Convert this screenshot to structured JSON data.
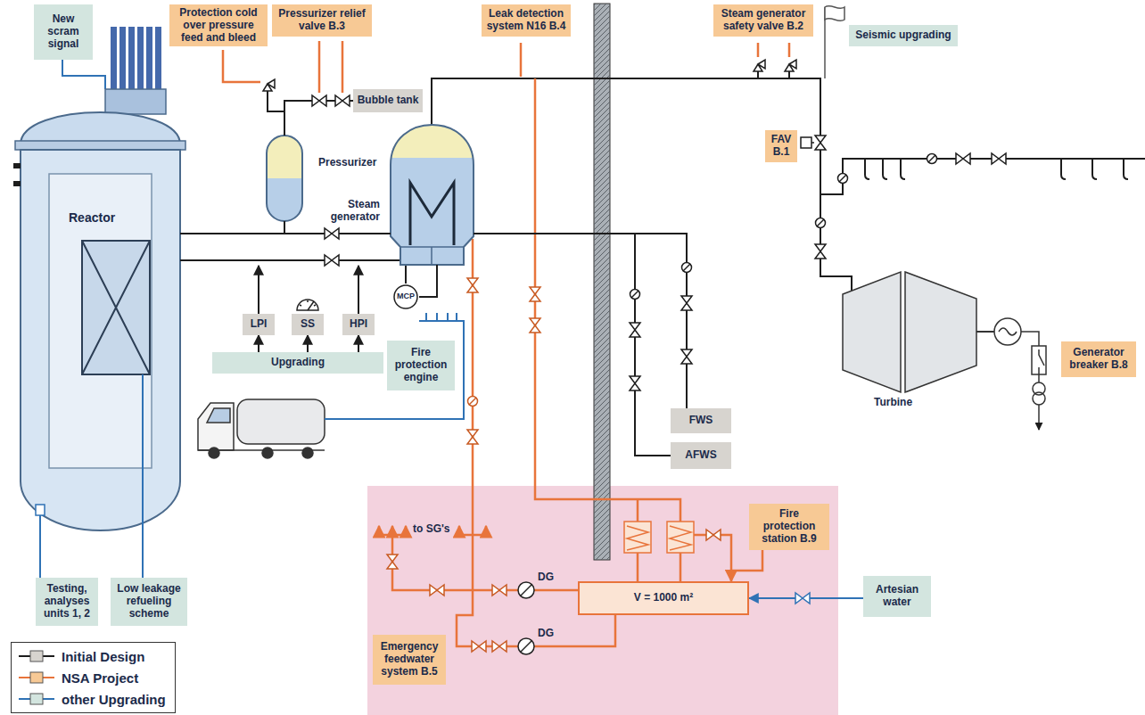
{
  "diagram": {
    "nodes": [
      {
        "text": [
          "New scram signal"
        ]
      },
      {
        "text": [
          "Protection cold over pressure feed and bleed"
        ]
      },
      {
        "text": [
          "Pressurizer relief valve B.3"
        ]
      },
      {
        "text": [
          "Leak detection system N16 B.4"
        ]
      },
      {
        "text": [
          "Steam generator safety valve B.2"
        ]
      },
      {
        "text": [
          "Seismic upgrading"
        ]
      },
      {
        "text": [
          "Bubble tank"
        ]
      },
      {
        "text": [
          "Reactor"
        ]
      },
      {
        "text": [
          "Pressurizer"
        ]
      },
      {
        "text": [
          "Steam generator"
        ]
      },
      {
        "text": [
          "FAV B.1"
        ]
      },
      {
        "text": [
          "MCP"
        ]
      },
      {
        "text": [
          "LPI"
        ]
      },
      {
        "text": [
          "SS"
        ]
      },
      {
        "text": [
          "HPI"
        ]
      },
      {
        "text": [
          "FWS"
        ]
      },
      {
        "text": [
          "AFWS"
        ]
      },
      {
        "text": [
          "Upgrading"
        ]
      },
      {
        "text": [
          "Fire protection engine"
        ]
      },
      {
        "text": [
          "Generator breaker B.8"
        ]
      },
      {
        "text": [
          "Fire protection station B.9"
        ]
      },
      {
        "text": [
          "Artesian water"
        ]
      },
      {
        "text": [
          "V = 1000 m²"
        ]
      },
      {
        "text": [
          "Emergency feedwater system B.5"
        ]
      },
      {
        "text": [
          "Testing, analyses units 1, 2"
        ]
      },
      {
        "text": [
          "Low leakage refueling scheme"
        ]
      }
    ],
    "edges": [
      {
        "from": 0,
        "to": 7,
        "arrow": "none"
      },
      {
        "from": 17,
        "to": 12,
        "arrow": "to"
      },
      {
        "from": 17,
        "to": 13,
        "arrow": "to"
      },
      {
        "from": 17,
        "to": 14,
        "arrow": "to"
      },
      {
        "from": 7,
        "to": 9,
        "arrow": "none"
      },
      {
        "from": 7,
        "to": 11,
        "arrow": "none"
      },
      {
        "from": 11,
        "to": 9,
        "arrow": "none"
      },
      {
        "from": 8,
        "to": 6,
        "arrow": "none"
      },
      {
        "from": 9,
        "to": 15,
        "arrow": "none"
      },
      {
        "from": 9,
        "to": 16,
        "arrow": "none"
      },
      {
        "from": 20,
        "to": 22,
        "arrow": "to"
      },
      {
        "from": 21,
        "to": 22,
        "arrow": "to"
      },
      {
        "from": 24,
        "to": 7,
        "arrow": "none"
      },
      {
        "from": 25,
        "to": 7,
        "arrow": "none"
      }
    ],
    "labels": [
      "Turbine",
      "to SG's",
      "DG",
      "DG"
    ],
    "legend": [
      {
        "text": "Initial Design",
        "color": "#d7d4cf"
      },
      {
        "text": "NSA Project",
        "color": "#f7c995"
      },
      {
        "text": "other Upgrading",
        "color": "#d3e5df"
      }
    ]
  }
}
